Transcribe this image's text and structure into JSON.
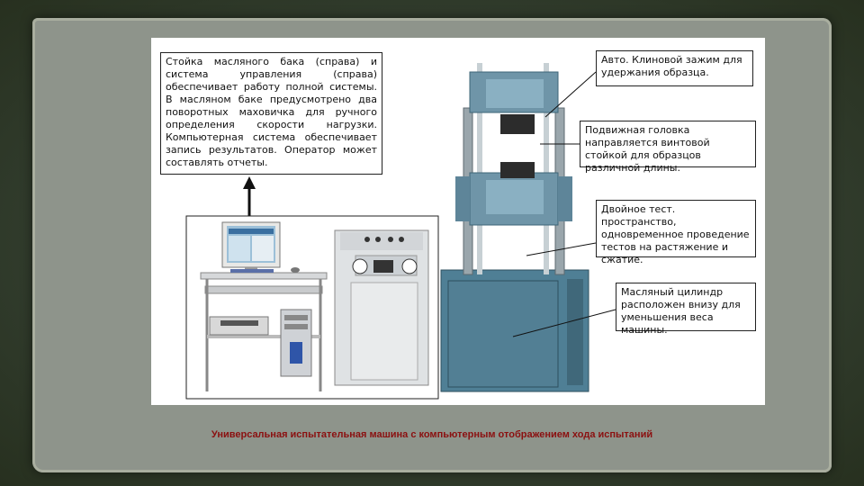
{
  "callouts": {
    "left": "Стойка масляного бака (справа) и система управления (справа) обеспечивает работу полной системы. В масляном баке предусмотрено два поворотных маховичка для ручного определения скорости нагрузки. Компьютерная система обеспечивает запись результатов. Оператор может составлять отчеты.",
    "right1": "Авто. Клиновой зажим для удержания образца.",
    "right2": "Подвижная головка направляется винтовой стойкой для образцов различной длины.",
    "right3": "Двойное тест. пространство, одновременное проведение тестов на растяжение и сжатие.",
    "right4": "Масляный цилиндр расположен внизу для уменьшения веса машины."
  },
  "caption": "Универсальная испытательная машина с компьютерным отображением хода испытаний",
  "colors": {
    "machine": "#6f95a8",
    "machine_dark": "#4f7587",
    "caption": "#8b1010"
  }
}
